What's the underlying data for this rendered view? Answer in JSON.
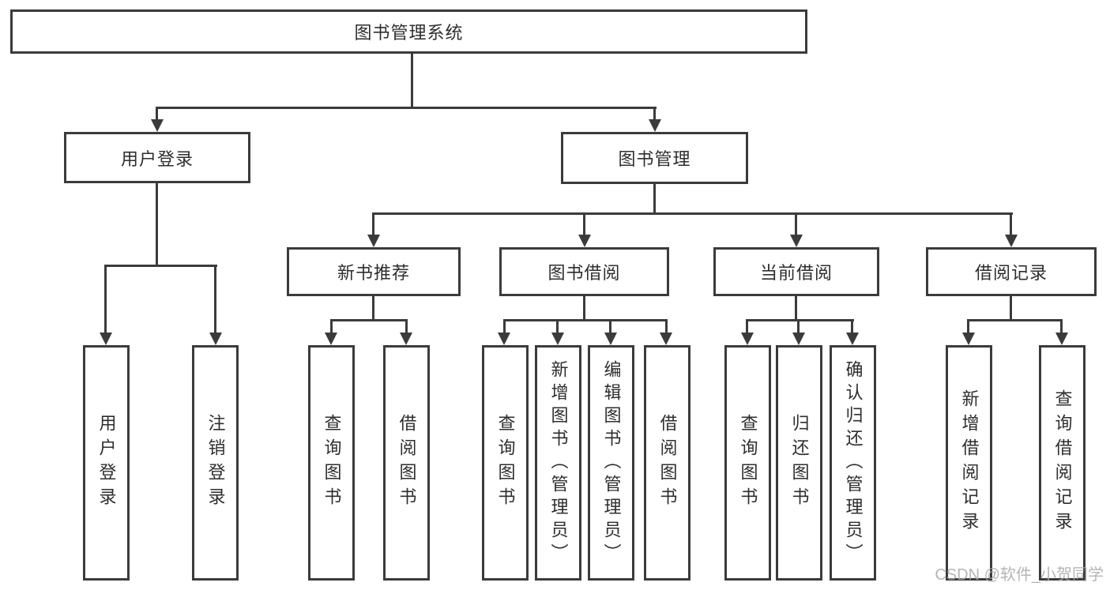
{
  "colors": {
    "line": "#3b3b3b",
    "text": "#2e2e2e",
    "background": "#ffffff",
    "watermark": "#a9a9a9"
  },
  "root": {
    "label": "图书管理系统"
  },
  "level2": [
    {
      "label": "用户登录"
    },
    {
      "label": "图书管理"
    }
  ],
  "level3": [
    {
      "label": "新书推荐"
    },
    {
      "label": "图书借阅"
    },
    {
      "label": "当前借阅"
    },
    {
      "label": "借阅记录"
    }
  ],
  "leaves": {
    "login": [
      "用户登录",
      "注销登录"
    ],
    "recommend": [
      "查询图书",
      "借阅图书"
    ],
    "borrow": [
      "查询图书",
      "新增图书（管理员）",
      "编辑图书（管理员）",
      "借阅图书"
    ],
    "current": [
      "查询图书",
      "归还图书",
      "确认归还（管理员）"
    ],
    "record": [
      "新增借阅记录",
      "查询借阅记录"
    ]
  },
  "watermark": "CSDN @软件_小贺同学"
}
